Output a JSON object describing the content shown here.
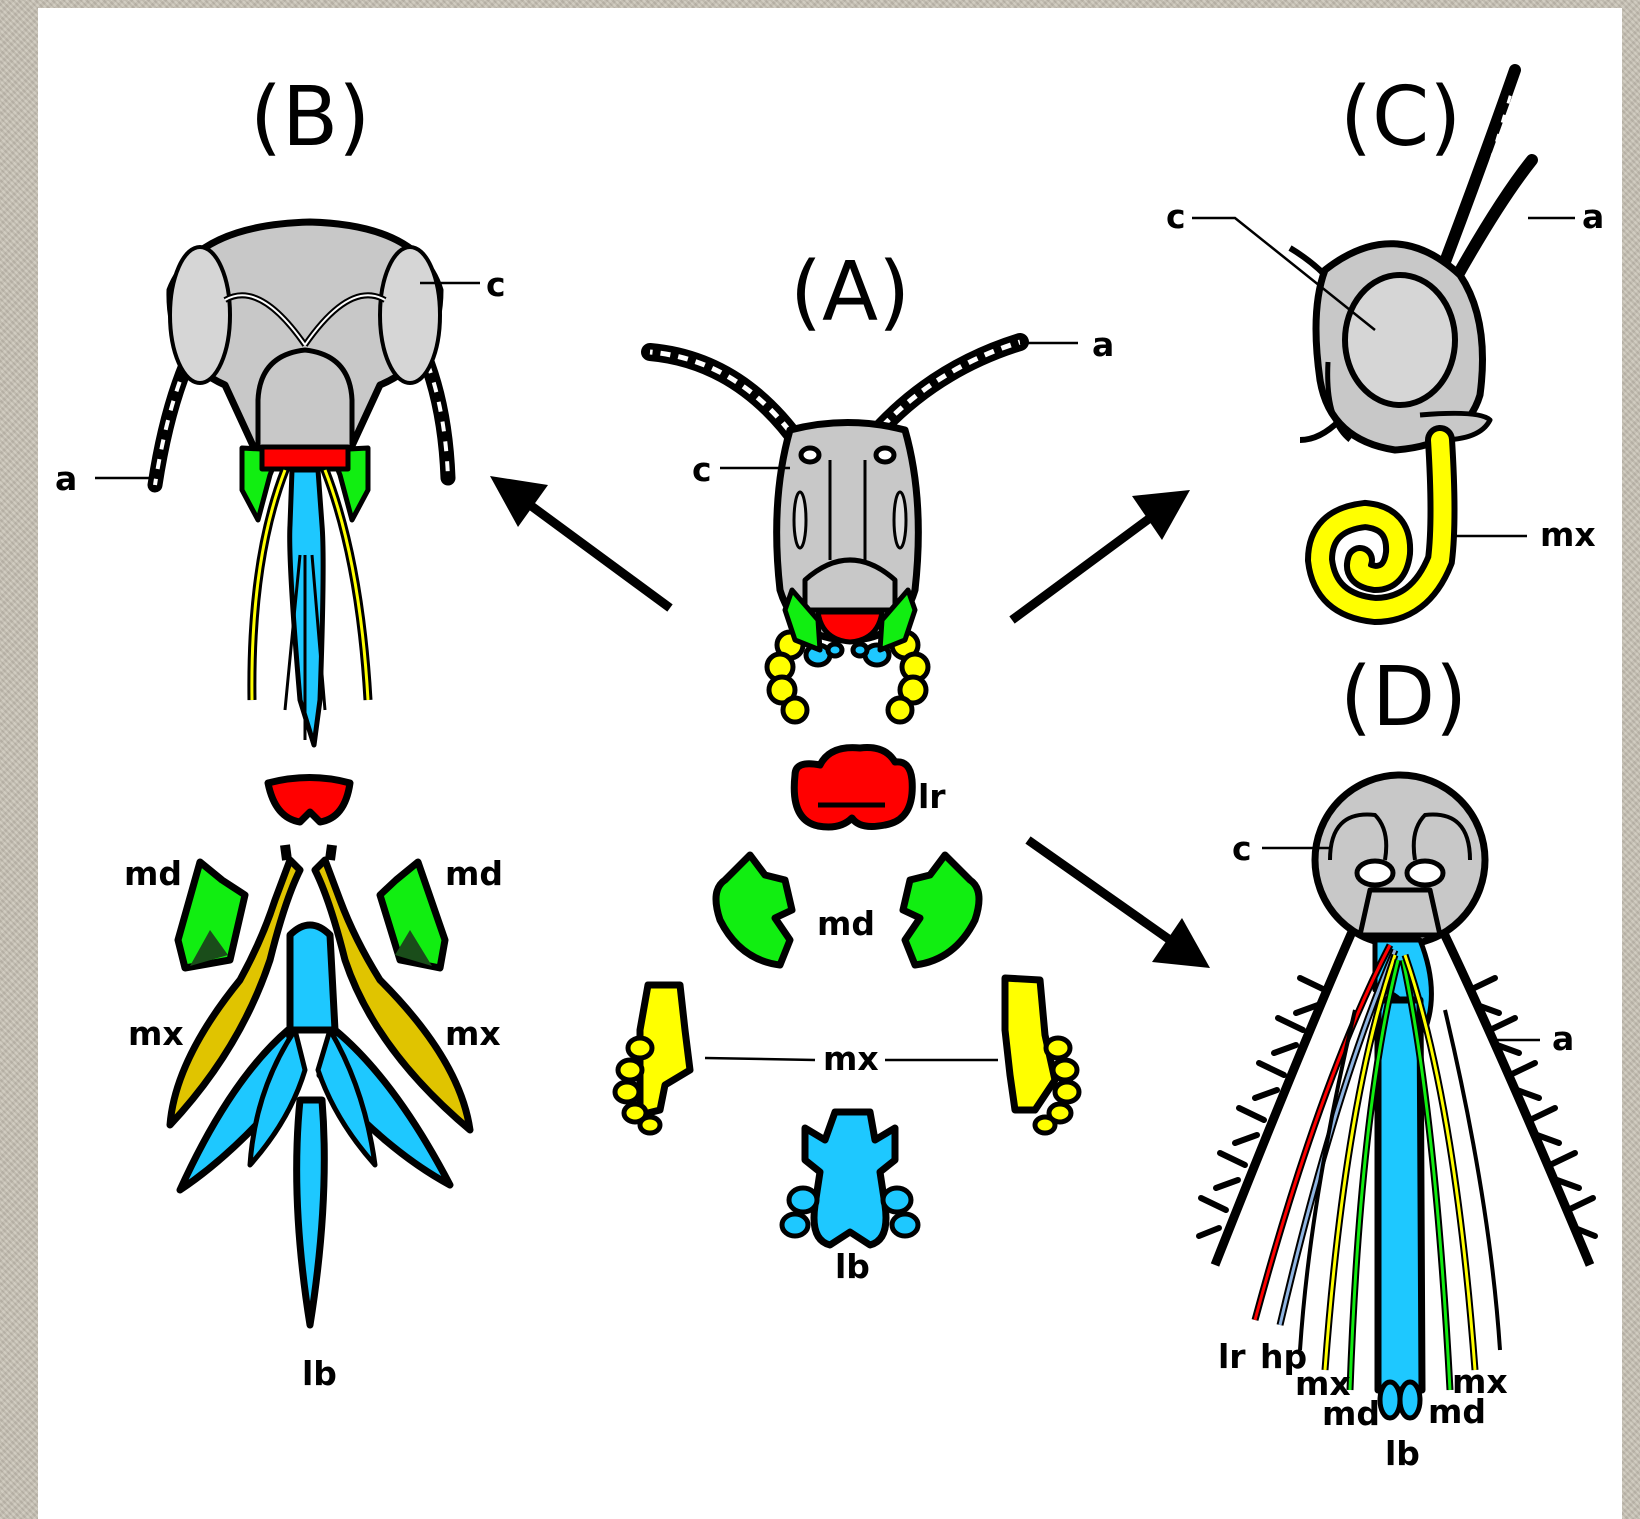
{
  "panels": {
    "A": {
      "title": "(A)",
      "labels": {
        "a": "a",
        "c": "c",
        "lr": "lr",
        "md": "md",
        "mx": "mx",
        "lb": "lb"
      }
    },
    "B": {
      "title": "(B)",
      "labels": {
        "a": "a",
        "c": "c",
        "md_left": "md",
        "md_right": "md",
        "mx_left": "mx",
        "mx_right": "mx",
        "lb": "lb"
      }
    },
    "C": {
      "title": "(C)",
      "labels": {
        "a": "a",
        "c": "c",
        "mx": "mx"
      }
    },
    "D": {
      "title": "(D)",
      "labels": {
        "a": "a",
        "c": "c",
        "lr": "lr",
        "hp": "hp",
        "mx_left": "mx",
        "mx_right": "mx",
        "md_left": "md",
        "md_right": "md",
        "lb": "lb"
      }
    }
  },
  "colors": {
    "head_capsule": "#c8c8c8",
    "labrum": "#ff0000",
    "mandible": "#11ee11",
    "maxilla": "#ffff00",
    "maxilla_dark": "#e0c400",
    "labium": "#1ec8ff",
    "outline": "#000000"
  }
}
